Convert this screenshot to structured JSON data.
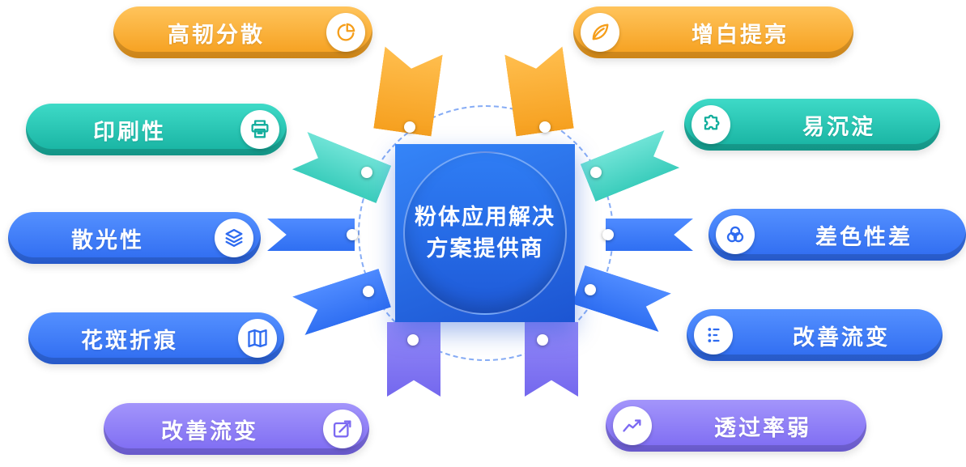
{
  "center": {
    "line1": "粉体应用解决",
    "line2": "方案提供商"
  },
  "pills": [
    {
      "label": "高韧分散",
      "icon": "pie-chart-icon",
      "color": "#F59E1B",
      "side": "left"
    },
    {
      "label": "增白提亮",
      "icon": "leaf-icon",
      "color": "#F59E1B",
      "side": "right"
    },
    {
      "label": "印刷性",
      "icon": "printer-icon",
      "color": "#16B1A0",
      "side": "left"
    },
    {
      "label": "易沉淀",
      "icon": "puzzle-icon",
      "color": "#16B1A0",
      "side": "right"
    },
    {
      "label": "散光性",
      "icon": "layers-icon",
      "color": "#2E6BF0",
      "side": "left"
    },
    {
      "label": "差色性差",
      "icon": "color-circles-icon",
      "color": "#2E6BF0",
      "side": "right"
    },
    {
      "label": "花斑折痕",
      "icon": "map-icon",
      "color": "#2E6BF0",
      "side": "left"
    },
    {
      "label": "改善流变",
      "icon": "dots-list-icon",
      "color": "#2E6BF0",
      "side": "right"
    },
    {
      "label": "改善流变",
      "icon": "pen-arrow-icon",
      "color": "#7C6AF2",
      "side": "left"
    },
    {
      "label": "透过率弱",
      "icon": "trend-icon",
      "color": "#7C6AF2",
      "side": "right"
    }
  ],
  "palette": {
    "orange": "#F59E1B",
    "teal": "#16B1A0",
    "blue": "#2E6BF0",
    "purple": "#7C6AF2",
    "center_blue": "#1C55D2",
    "ring_dash": "#86ACF5"
  }
}
